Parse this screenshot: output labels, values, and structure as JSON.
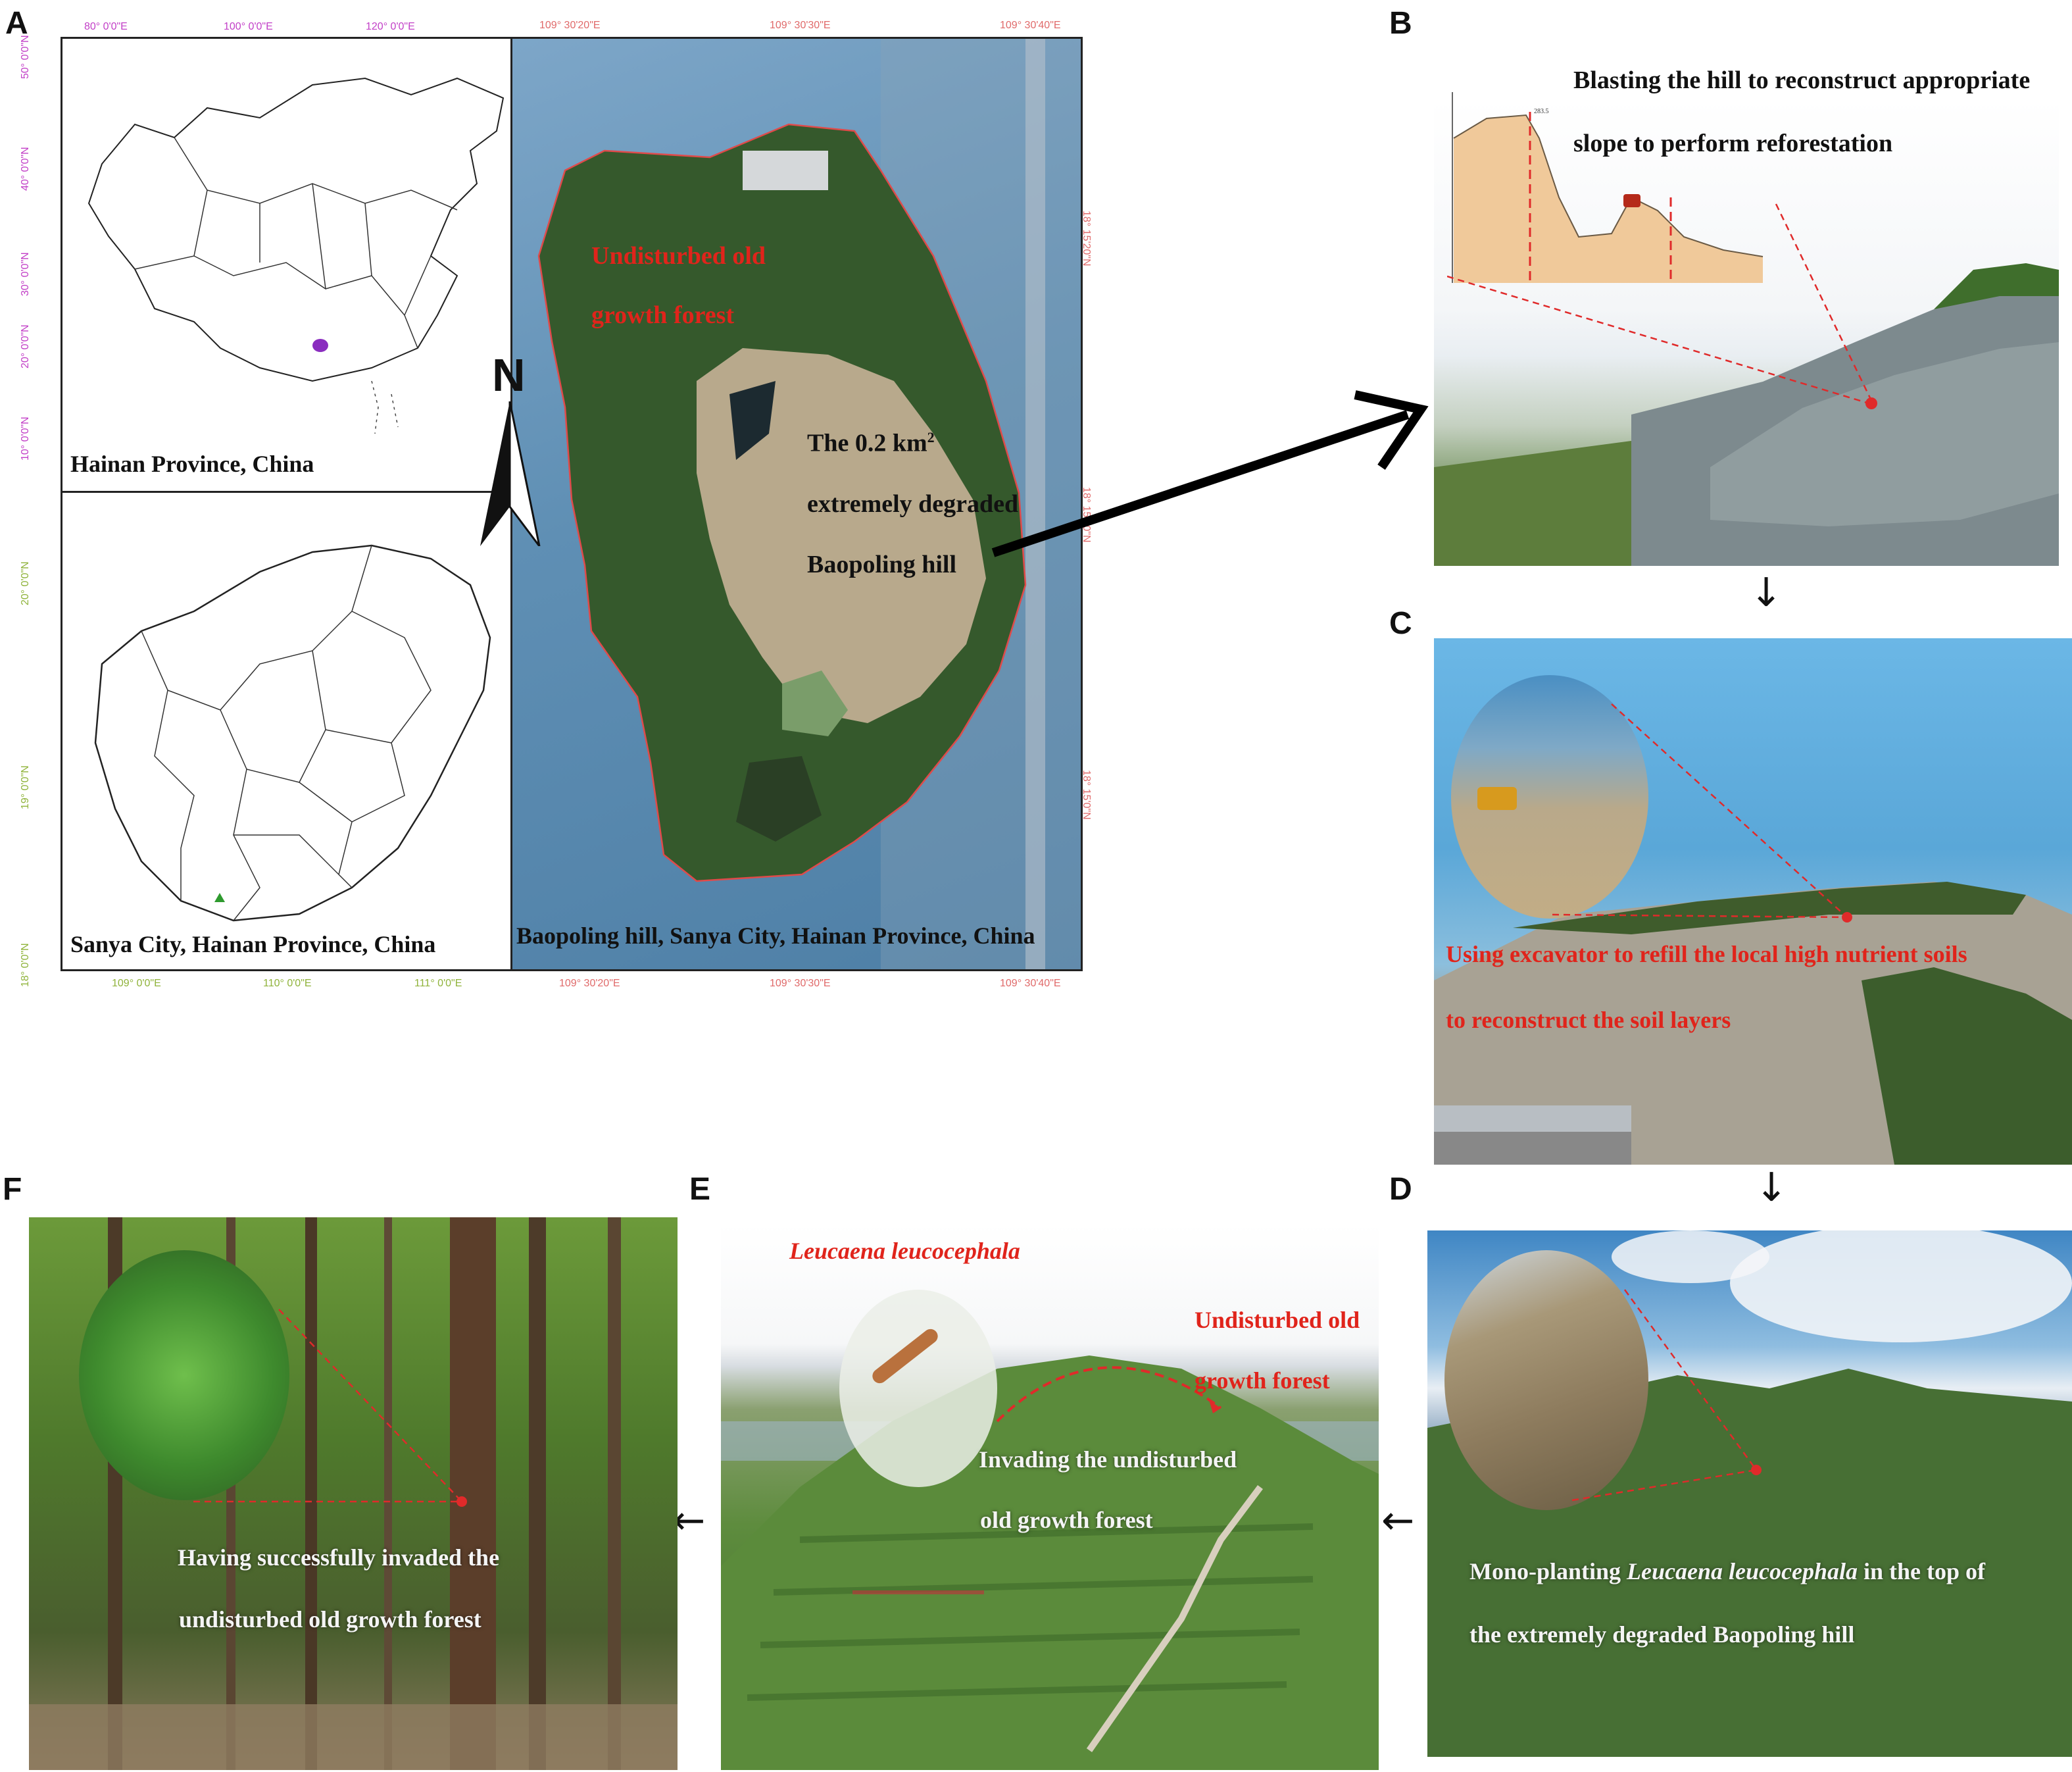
{
  "panels": {
    "A": {
      "letter": "A",
      "china_map_label": "Hainan Province, China",
      "hainan_map_label": "Sanya City, Hainan Province, China",
      "aerial_label": "Baopoling hill, Sanya City, Hainan Province, China",
      "north_label": "N",
      "forest_label_line1": "Undisturbed old",
      "forest_label_line2": "growth forest",
      "hill_label_line1": "The 0.2 km",
      "hill_label_sup": "2",
      "hill_label_line2": "extremely degraded",
      "hill_label_line3": "Baopoling hill",
      "china_top_ticks": [
        "80° 0'0\"E",
        "100° 0'0\"E",
        "120° 0'0\"E"
      ],
      "china_left_ticks": [
        "50° 0'0\"N",
        "40° 0'0\"N",
        "30° 0'0\"N",
        "20° 0'0\"N",
        "10° 0'0\"N"
      ],
      "hainan_left_ticks": [
        "20° 0'0\"N",
        "19° 0'0\"N",
        "18° 0'0\"N"
      ],
      "hainan_bottom_ticks": [
        "109° 0'0\"E",
        "110° 0'0\"E",
        "111° 0'0\"E"
      ],
      "aerial_top_ticks": [
        "109° 30'20\"E",
        "109° 30'30\"E",
        "109° 30'40\"E"
      ],
      "aerial_bottom_ticks": [
        "109° 30'20\"E",
        "109° 30'30\"E",
        "109° 30'40\"E"
      ],
      "aerial_right_ticks": [
        "18° 15'20\"N",
        "18° 15'10\"N",
        "18° 15'0\"N"
      ]
    },
    "B": {
      "letter": "B",
      "caption_line1": "Blasting the hill to reconstruct appropriate",
      "caption_line2": "slope  to perform reforestation",
      "profile_peak_label": "283.5"
    },
    "C": {
      "letter": "C",
      "caption_line1": "Using excavator to refill the local high nutrient soils",
      "caption_line2": "to reconstruct the soil layers"
    },
    "D": {
      "letter": "D",
      "caption_line1_a": "Mono-planting ",
      "caption_line1_species": "Leucaena leucocephala",
      "caption_line1_b": " in the top of",
      "caption_line2": "the extremely degraded Baopoling hill"
    },
    "E": {
      "letter": "E",
      "species_label": "Leucaena leucocephala",
      "forest_label_line1": "Undisturbed old",
      "forest_label_line2": "growth forest",
      "invading_line1": "Invading the undisturbed",
      "invading_line2": "old growth forest"
    },
    "F": {
      "letter": "F",
      "caption_line1": "Having successfully invaded the",
      "caption_line2": "undisturbed old growth forest"
    }
  },
  "colors": {
    "caption_red": "#e0241b",
    "sky_blue": "#5aa7d8",
    "forest_green": "#2f5a2a",
    "aerial_blue": "#5f8fb4"
  },
  "icons": [
    "north-arrow-icon",
    "flow-arrow-down-icon",
    "flow-arrow-left-icon"
  ]
}
